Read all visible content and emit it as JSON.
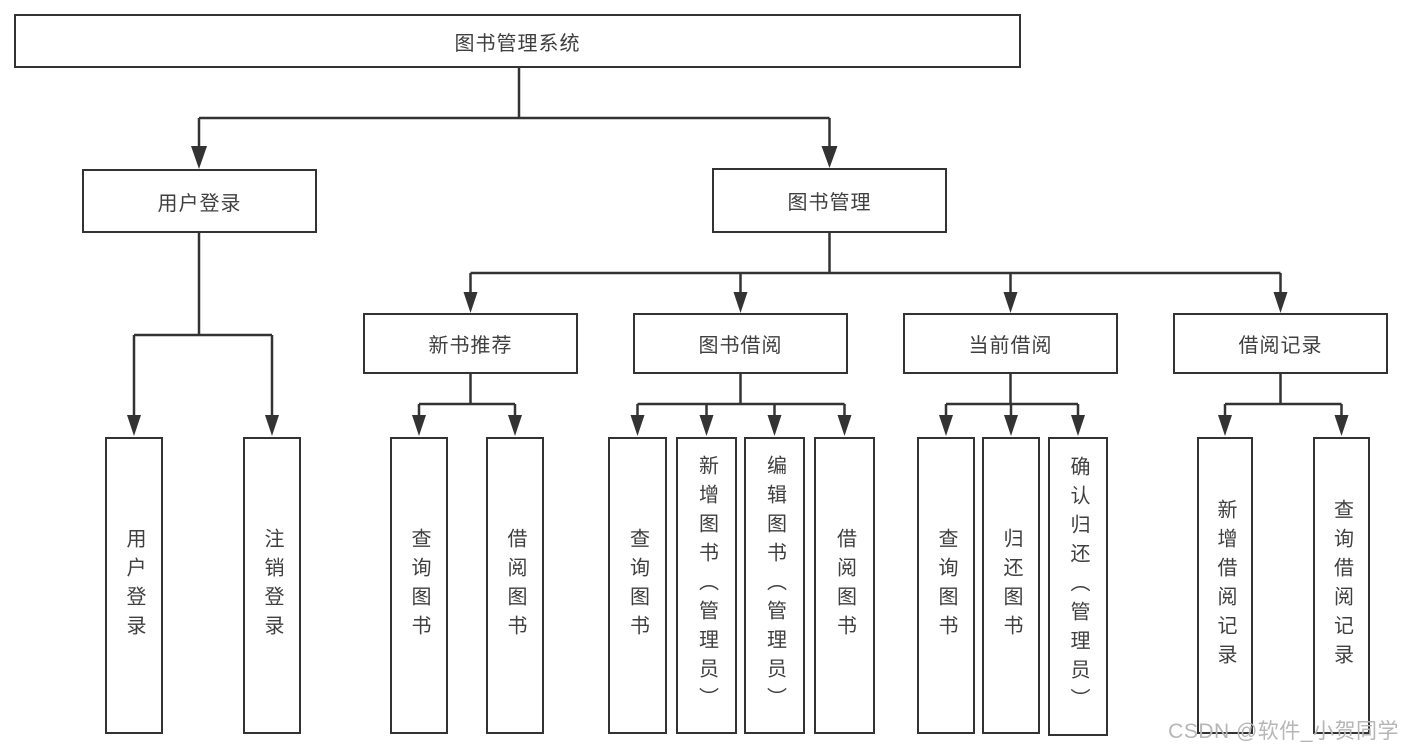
{
  "diagram": {
    "root": {
      "label": "图书管理系统"
    },
    "branches": [
      {
        "label": "用户登录",
        "children": [
          {
            "label": "用户登录"
          },
          {
            "label": "注销登录"
          }
        ]
      },
      {
        "label": "图书管理",
        "children": [
          {
            "label": "新书推荐",
            "children": [
              {
                "label": "查询图书"
              },
              {
                "label": "借阅图书"
              }
            ]
          },
          {
            "label": "图书借阅",
            "children": [
              {
                "label": "查询图书"
              },
              {
                "label": "新增图书（管理员）"
              },
              {
                "label": "编辑图书（管理员）"
              },
              {
                "label": "借阅图书"
              }
            ]
          },
          {
            "label": "当前借阅",
            "children": [
              {
                "label": "查询图书"
              },
              {
                "label": "归还图书"
              },
              {
                "label": "确认归还（管理员）"
              }
            ]
          },
          {
            "label": "借阅记录",
            "children": [
              {
                "label": "新增借阅记录"
              },
              {
                "label": "查询借阅记录"
              }
            ]
          }
        ]
      }
    ]
  },
  "watermark": {
    "text": "CSDN @软件_小贺同学"
  },
  "colors": {
    "line": "#333333",
    "border": "#333333",
    "text": "#3f3f3f",
    "watermark": "#b6b6b6",
    "background": "#ffffff"
  }
}
